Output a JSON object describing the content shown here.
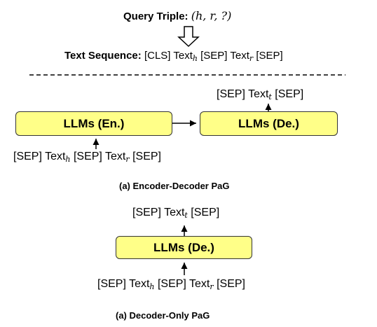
{
  "header": {
    "query_label": "Query Triple:",
    "query_math": "(h, r, ?)",
    "text_seq_label": "Text Sequence:",
    "text_seq_parts": [
      "[CLS] Text",
      "h",
      " [SEP] Text",
      "r",
      " [SEP]"
    ]
  },
  "encoder_decoder": {
    "encoder_label": "LLMs (En.)",
    "decoder_label": "LLMs (De.)",
    "output_parts": [
      "[SEP] Text",
      "t",
      " [SEP]"
    ],
    "input_parts": [
      "[SEP] Text",
      "h",
      " [SEP] Text",
      "r",
      " [SEP]"
    ],
    "caption": "(a) Encoder-Decoder PaG"
  },
  "decoder_only": {
    "decoder_label": "LLMs (De.)",
    "output_parts": [
      "[SEP] Text",
      "t",
      " [SEP]"
    ],
    "input_parts": [
      "[SEP] Text",
      "h",
      " [SEP] Text",
      "r",
      " [SEP]"
    ],
    "caption": "(a) Decoder-Only PaG"
  }
}
